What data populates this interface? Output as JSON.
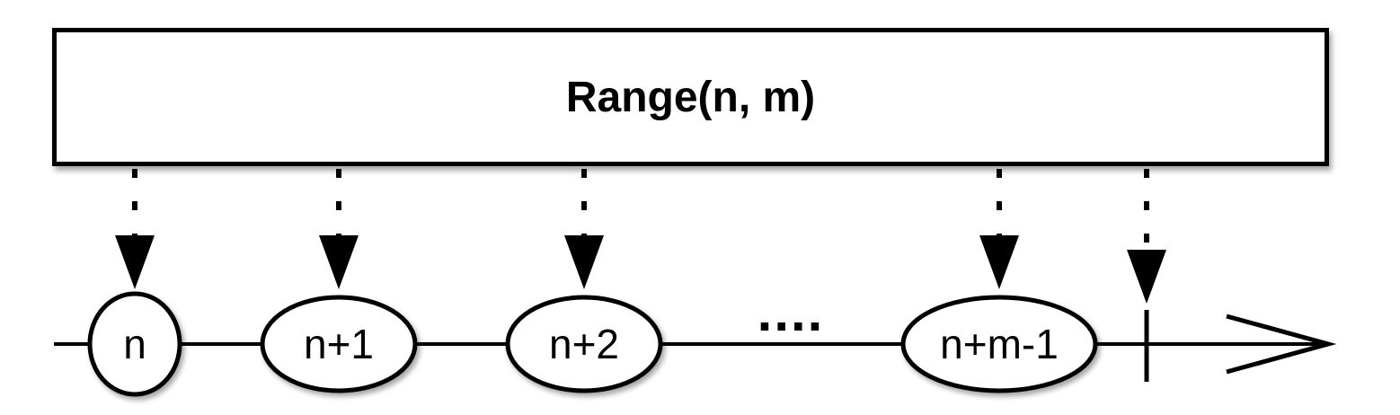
{
  "diagram": {
    "operator": {
      "title": "Range(n, m)"
    },
    "timeline": {
      "emissions": [
        {
          "label": "n"
        },
        {
          "label": "n+1"
        },
        {
          "label": "n+2"
        },
        {
          "label": "n+m-1"
        }
      ],
      "ellipsis": "....",
      "completion": "complete-marker",
      "direction": "arrow-right"
    },
    "colors": {
      "stroke": "#000000",
      "fill": "#ffffff"
    }
  }
}
